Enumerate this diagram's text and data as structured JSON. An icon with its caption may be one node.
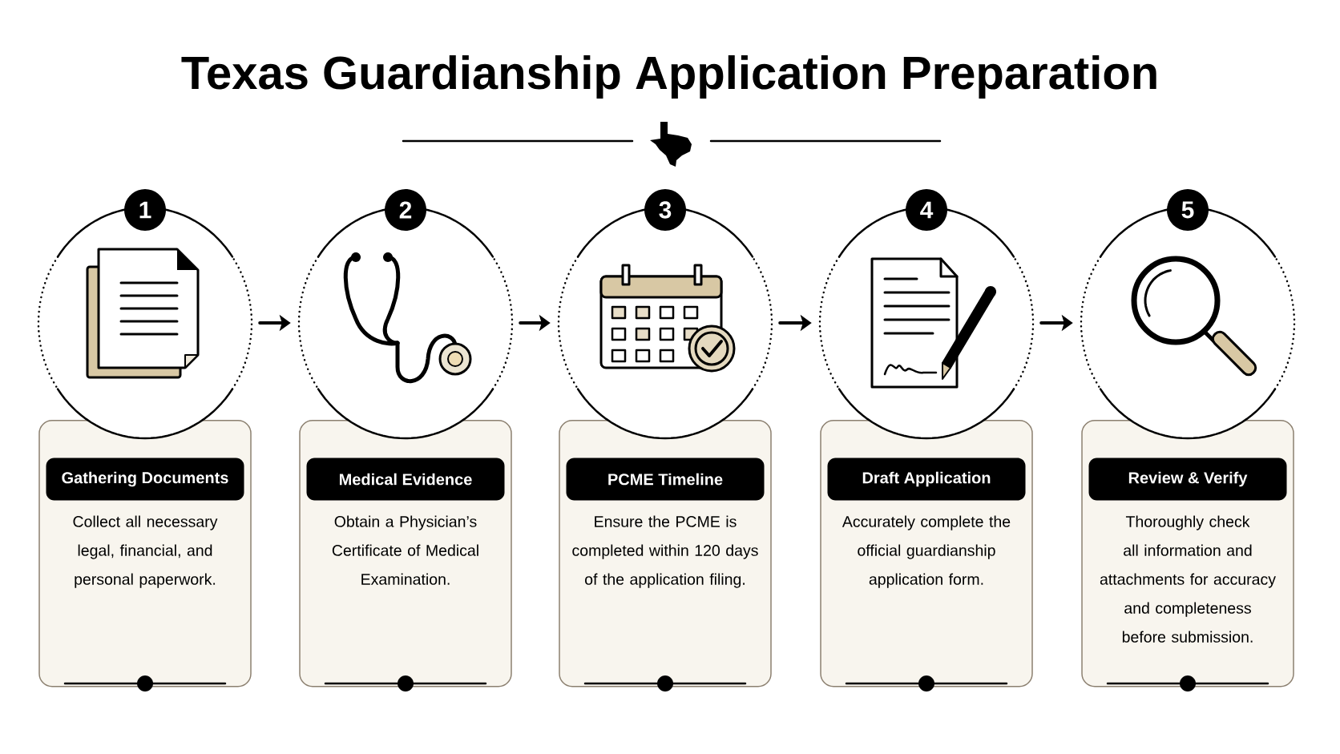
{
  "diagram": {
    "title": "Texas Guardianship Application Preparation",
    "nodes": [
      {
        "text": [
          "1"
        ]
      },
      {
        "text": [],
        "shape": "circle"
      },
      {
        "text": [
          "Gathering Documents",
          "Collect all necessary legal, financial, and personal paperwork."
        ]
      },
      {
        "text": [
          "2"
        ]
      },
      {
        "text": [],
        "shape": "circle"
      },
      {
        "text": [
          "Medical Evidence",
          "Obtain a Physician’s Certificate of Medical Examination."
        ]
      },
      {
        "text": [
          "3"
        ]
      },
      {
        "text": [],
        "shape": "circle"
      },
      {
        "text": [
          "PCME Timeline",
          "Ensure the PCME is completed within 120 days of the application filing."
        ]
      },
      {
        "text": [
          "4"
        ]
      },
      {
        "text": [],
        "shape": "circle"
      },
      {
        "text": [
          "Draft Application",
          "Accurately complete the official guardianship application form."
        ]
      },
      {
        "text": [
          "5"
        ]
      },
      {
        "text": [],
        "shape": "circle"
      },
      {
        "text": [
          "Review & Verify",
          "Thoroughly check all information and attachments for accuracy and completeness before submission."
        ]
      }
    ],
    "edges": [
      {
        "from": 1,
        "to": 4,
        "arrow": "to"
      },
      {
        "from": 4,
        "to": 7,
        "arrow": "to"
      },
      {
        "from": 7,
        "to": 10,
        "arrow": "to"
      },
      {
        "from": 10,
        "to": 13,
        "arrow": "to"
      }
    ]
  }
}
